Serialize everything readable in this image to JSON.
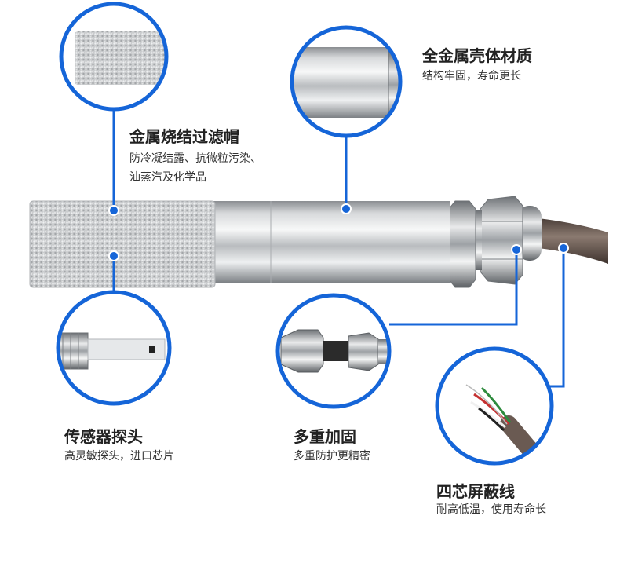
{
  "features": [
    {
      "title": "全金属壳体材质",
      "desc": [
        "结构牢固，寿命更长"
      ]
    },
    {
      "title": "金属烧结过滤帽",
      "desc": [
        "防冷凝结露、抗微粒污染、",
        "油蒸汽及化学品"
      ]
    },
    {
      "title": "传感器探头",
      "desc": [
        "高灵敏探头，进口芯片"
      ]
    },
    {
      "title": "多重加固",
      "desc": [
        "多重防护更精密"
      ]
    },
    {
      "title": "四芯屏蔽线",
      "desc": [
        "耐高低温，使用寿命长"
      ]
    }
  ],
  "colors": {
    "accent": "#1565d8",
    "metal_dark": "#8d9196",
    "metal_light": "#f2f3f4",
    "cable": "#6a5a52",
    "text": "#222222"
  },
  "icons": [
    "sintered-filter-image",
    "metal-housing-image",
    "sensor-probe-image",
    "reinforced-connector-image",
    "shielded-cable-image"
  ]
}
